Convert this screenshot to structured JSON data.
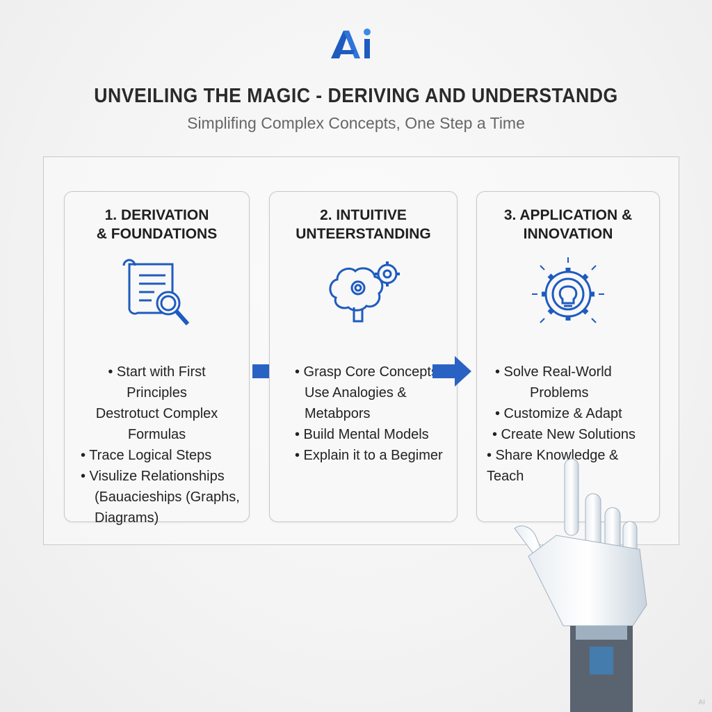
{
  "logo": {
    "text": "Ai",
    "color": "#1e5bbf"
  },
  "header": {
    "title": "UNVEILING THE MAGIC - DERIVING AND UNDERSTANDG",
    "subtitle": "Simplifing Complex Concepts, One Step a Time"
  },
  "cards": [
    {
      "title_line1": "1. DERIVATION",
      "title_line2": "& FOUNDATIONS",
      "icon": "document-magnifier-icon",
      "items": [
        "• Start with First",
        "Principles",
        "Destrotuct Complex Formulas",
        "• Trace Logical Steps",
        "• Visulize Relationships",
        "(Бauacieships (Graphs,",
        "Diagrams)"
      ]
    },
    {
      "title_line1": "2. INTUITIVE",
      "title_line2": "UNTEERSTANDING",
      "icon": "brain-gears-icon",
      "items": [
        "• Grasp Core Concepts",
        "Use Analogies &",
        "Metabpors",
        "• Build Mental Models",
        "• Explain it to a Begimer"
      ]
    },
    {
      "title_line1": "3. APPLICATION &",
      "title_line2": "INNOVATION",
      "icon": "gear-lightbulb-icon",
      "items": [
        "• Solve Real-World",
        "Problems",
        "• Customize & Adapt",
        "• Create New Solutions",
        "• Share Knowledge & Teach"
      ]
    }
  ],
  "colors": {
    "accent": "#1e5bbf",
    "arrow": "#2a62c4"
  },
  "watermark": "AI"
}
